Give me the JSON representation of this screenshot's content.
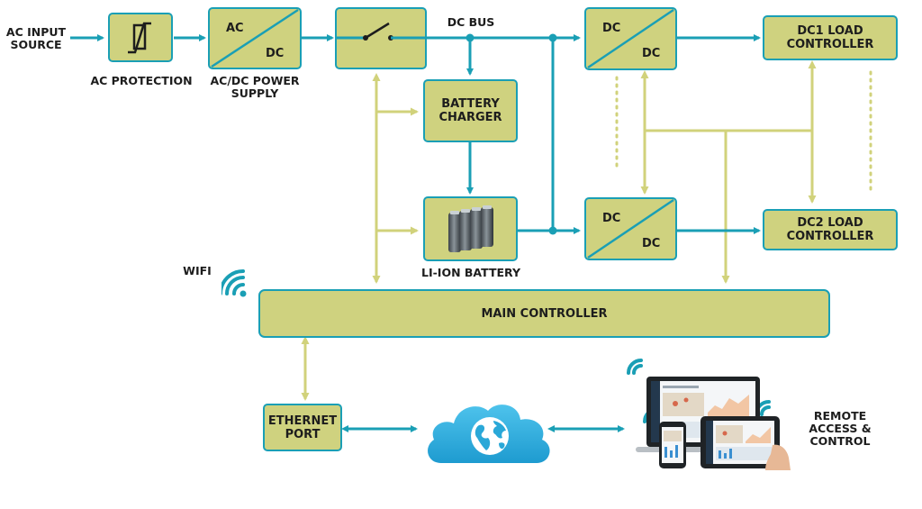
{
  "colors": {
    "wire_blue": "#1a9fb5",
    "wire_yellow": "#d1d27b",
    "box_fill": "#cfd27f",
    "box_border": "#1a9fb5",
    "cloud": "#31b4e0"
  },
  "labels": {
    "ac_input_source": "AC INPUT\nSOURCE",
    "ac_protection": "AC PROTECTION",
    "acdc_supply": "AC/DC POWER\nSUPPLY",
    "dc_bus": "DC BUS",
    "li_ion_battery": "LI-ION BATTERY",
    "wifi": "WIFI",
    "remote_access": "REMOTE\nACCESS &\nCONTROL"
  },
  "boxes": {
    "battery_charger": "BATTERY\nCHARGER",
    "dc1_load": "DC1 LOAD\nCONTROLLER",
    "dc2_load": "DC2 LOAD\nCONTROLLER",
    "main_controller": "MAIN CONTROLLER",
    "ethernet_port": "ETHERNET\nPORT"
  },
  "converters": {
    "acdc": {
      "top": "AC",
      "bottom": "DC"
    },
    "dcdc1": {
      "top": "DC",
      "bottom": "DC"
    },
    "dcdc2": {
      "top": "DC",
      "bottom": "DC"
    }
  },
  "icons": [
    "varistor-icon",
    "switch-icon",
    "battery-cells-icon",
    "wifi-icon",
    "cloud-globe-icon",
    "devices-icon"
  ]
}
